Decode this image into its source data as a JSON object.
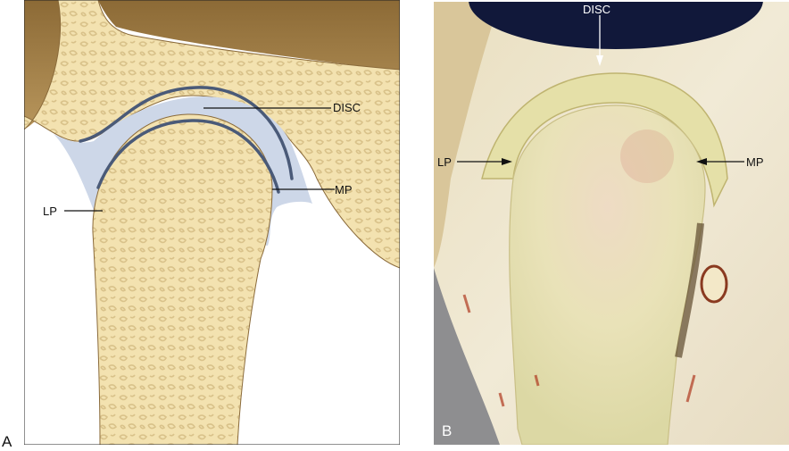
{
  "panel_a": {
    "letter": "A",
    "labels": {
      "disc": "DISC",
      "lp": "LP",
      "mp": "MP"
    }
  },
  "panel_b": {
    "letter": "B",
    "labels": {
      "disc": "DISC",
      "lp": "LP",
      "mp": "MP"
    }
  },
  "colors": {
    "bone": "#f3e2b0",
    "fossa_brown": "#9c7a44",
    "disc_blue": "#c9d4e6",
    "disc_dark": "#4a5a78",
    "outline": "#8a6a3a"
  }
}
